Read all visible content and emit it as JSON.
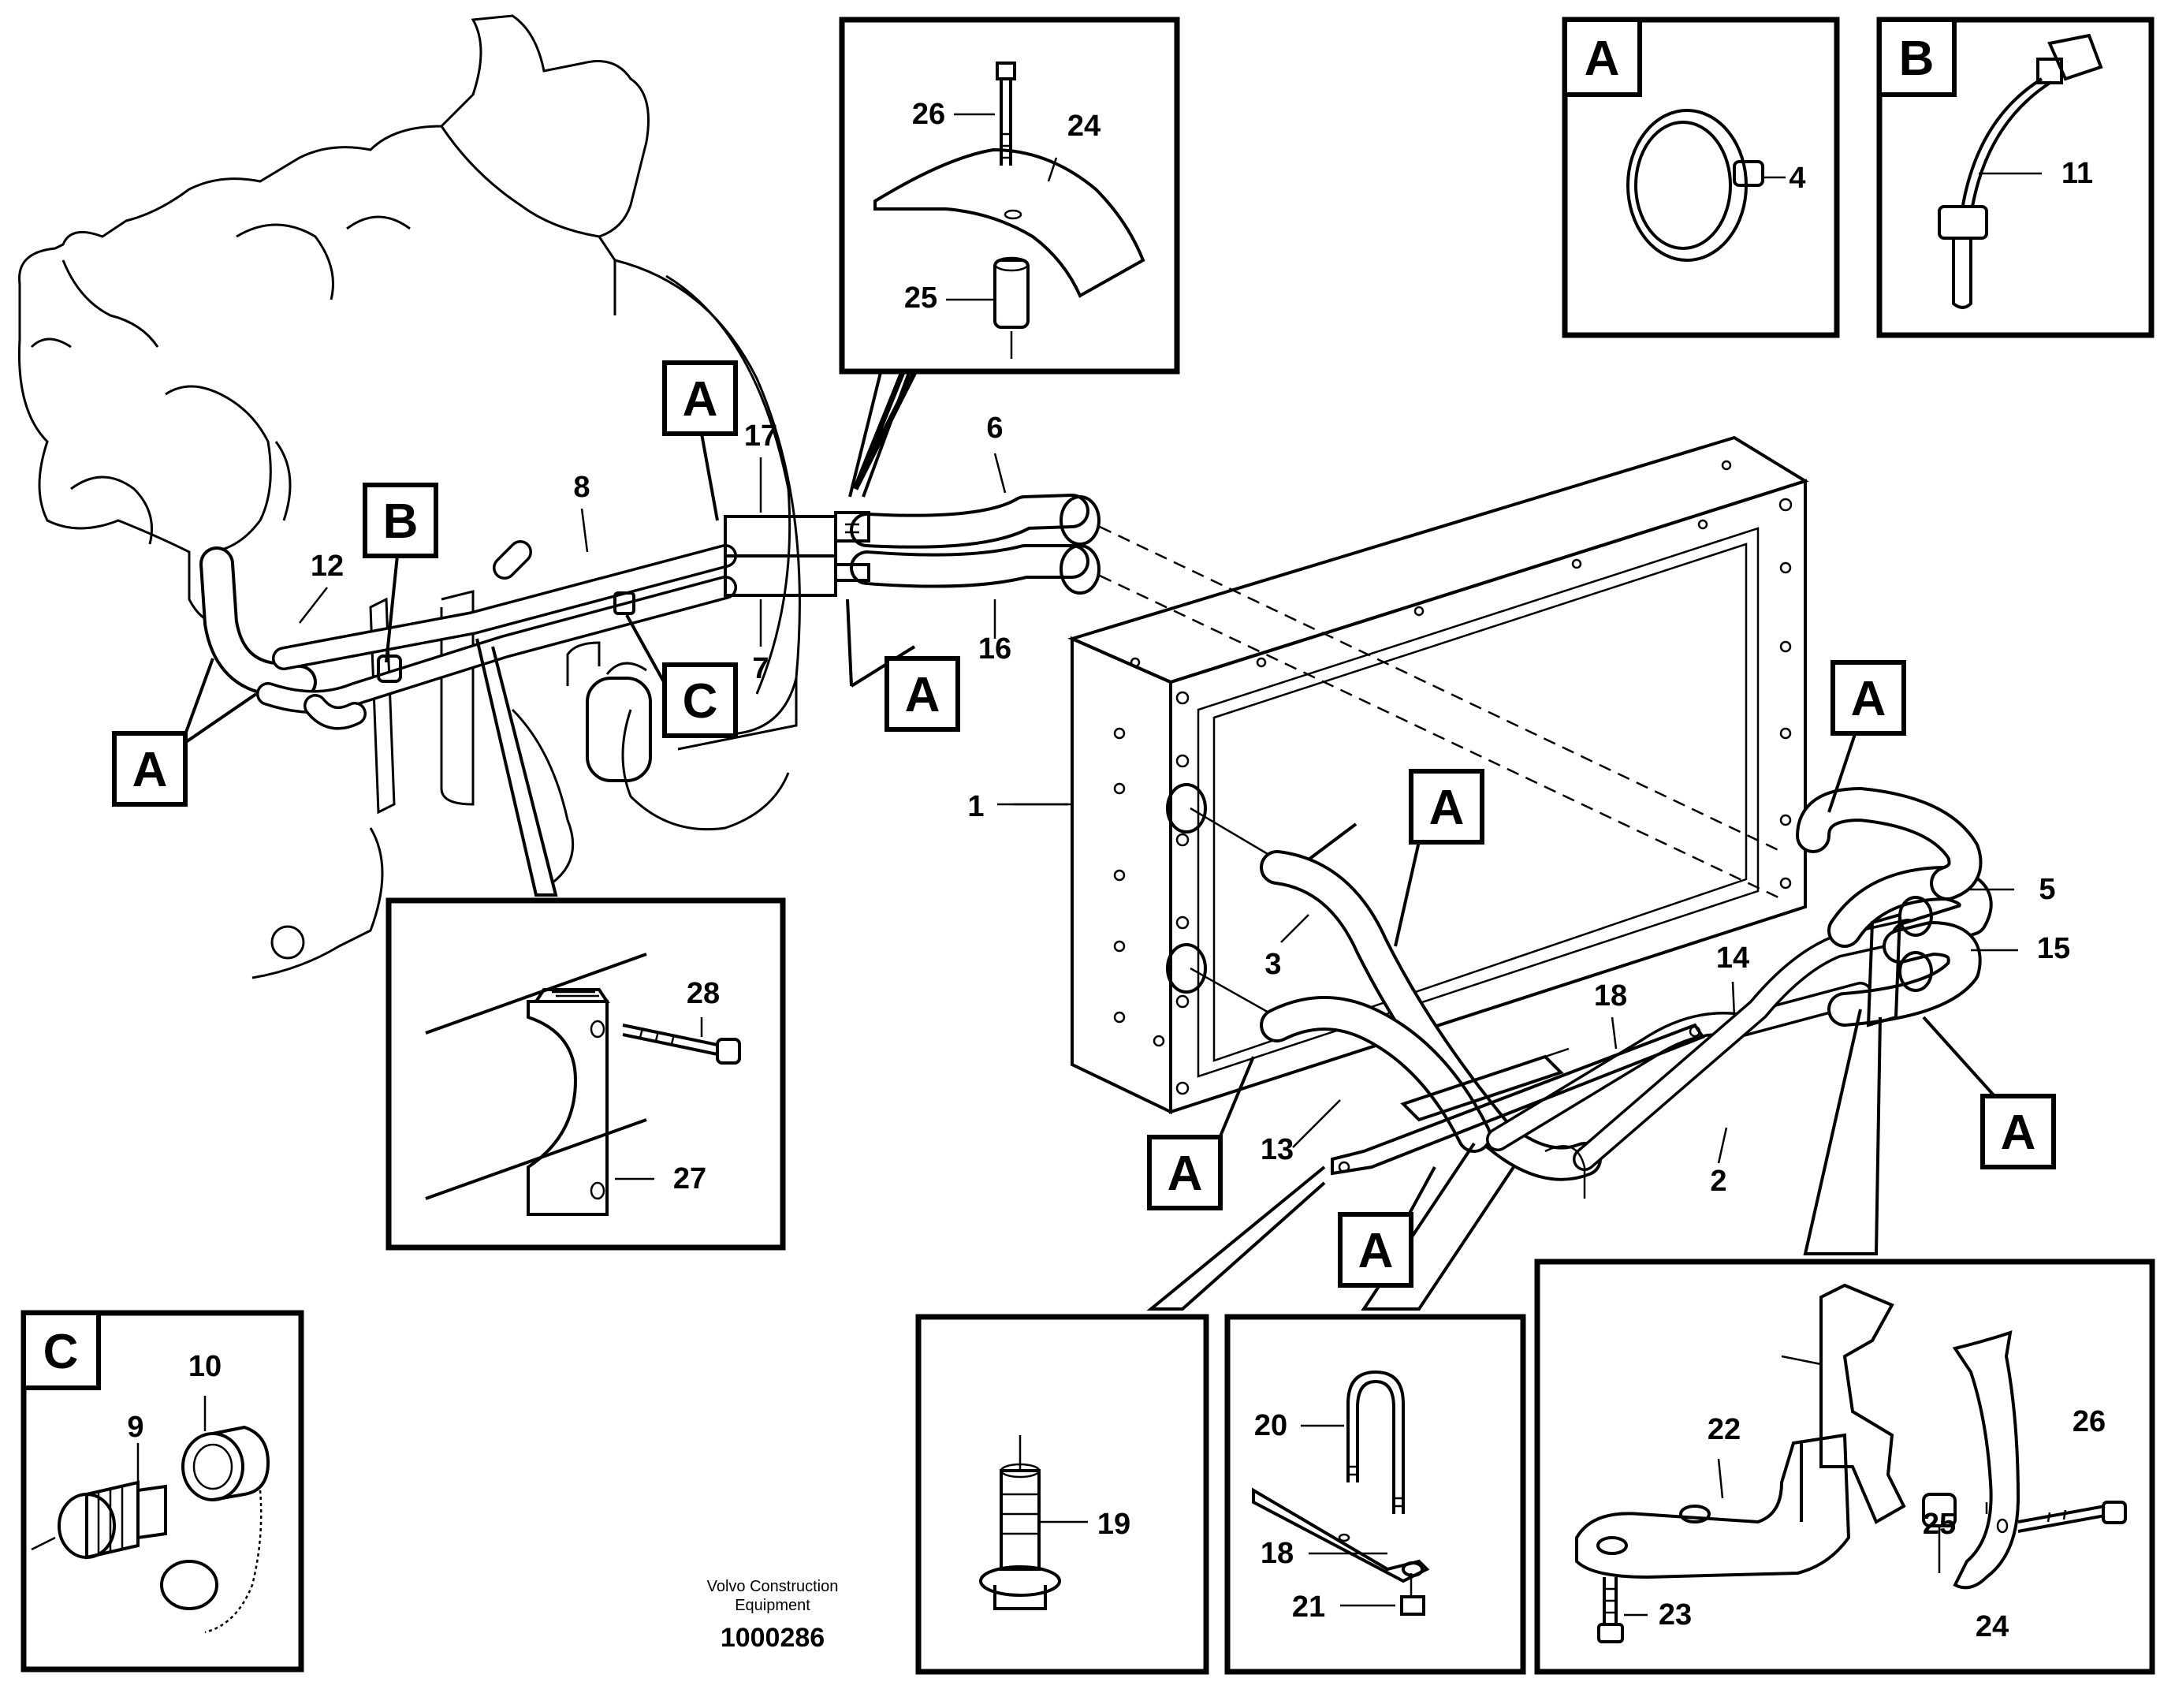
{
  "tags": {
    "A": "A",
    "B": "B",
    "C": "C"
  },
  "parts": {
    "p1": "1",
    "p2": "2",
    "p3": "3",
    "p4": "4",
    "p5": "5",
    "p6": "6",
    "p7": "7",
    "p8": "8",
    "p9": "9",
    "p10": "10",
    "p11": "11",
    "p12": "12",
    "p13": "13",
    "p14": "14",
    "p15": "15",
    "p16": "16",
    "p17": "17",
    "p18": "18",
    "p19": "19",
    "p20": "20",
    "p21": "21",
    "p22": "22",
    "p23": "23",
    "p24": "24",
    "p25": "25",
    "p26": "26",
    "p27": "27",
    "p28": "28"
  },
  "footer": {
    "brand_line1": "Volvo Construction",
    "brand_line2": "Equipment",
    "drawing_number": "1000286"
  }
}
